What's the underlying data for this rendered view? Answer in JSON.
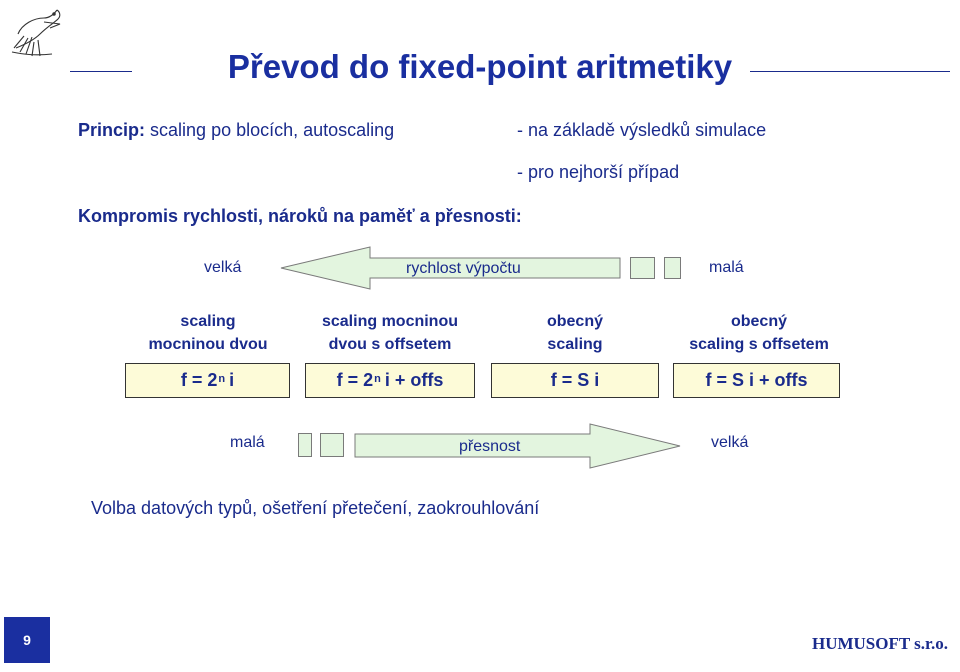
{
  "title": "Převod do fixed-point aritmetiky",
  "principle": {
    "label": "Princip:",
    "text": "scaling po blocích, autoscaling",
    "note1": "- na základě výsledků simulace",
    "note2": "- pro nejhorší případ"
  },
  "compromise": "Kompromis rychlosti, nároků na paměť a přesnosti:",
  "speed_arrow": {
    "left": "velká",
    "label": "rychlost výpočtu",
    "right": "malá"
  },
  "categories": [
    {
      "line1": "scaling",
      "line2": "mocninou dvou",
      "formula_pre": "f = 2",
      "formula_sup": "n",
      "formula_post": "i"
    },
    {
      "line1": "scaling mocninou",
      "line2": "dvou s offsetem",
      "formula_pre": "f = 2",
      "formula_sup": "n",
      "formula_post": "i + offs"
    },
    {
      "line1": "obecný",
      "line2": "scaling",
      "formula_pre": "f = S i",
      "formula_sup": "",
      "formula_post": ""
    },
    {
      "line1": "obecný",
      "line2": "scaling s offsetem",
      "formula_pre": "f = S i + offs",
      "formula_sup": "",
      "formula_post": ""
    }
  ],
  "precision_arrow": {
    "left": "malá",
    "label": "přesnost",
    "right": "velká"
  },
  "choice": "Volba datových typů, ošetření přetečení, zaokrouhlování",
  "page_number": "9",
  "brand": "HUMUSOFT s.r.o.",
  "colors": {
    "text": "#1a2b8c",
    "arrow_fill": "#e3f5df",
    "box_fill": "#fdfbd8",
    "page_box": "#1a2fa0"
  },
  "icons": {
    "logo": "bird-sketch-icon"
  }
}
